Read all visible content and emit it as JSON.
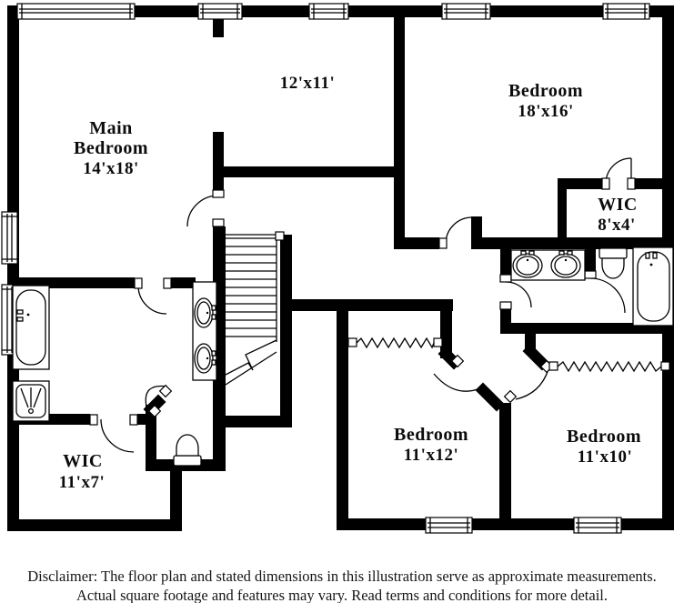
{
  "page": {
    "background": "#ffffff",
    "wall_color": "#000000"
  },
  "rooms": {
    "main_bedroom": {
      "line1": "Main",
      "line2": "Bedroom",
      "dims": "14'x18'"
    },
    "room_12x11": {
      "dims": "12'x11'"
    },
    "bedroom_18x16": {
      "name": "Bedroom",
      "dims": "18'x16'"
    },
    "wic_8x4": {
      "name": "WIC",
      "dims": "8'x4'"
    },
    "wic_11x7": {
      "name": "WIC",
      "dims": "11'x7'"
    },
    "bedroom_11x12": {
      "name": "Bedroom",
      "dims": "11'x12'"
    },
    "bedroom_11x10": {
      "name": "Bedroom",
      "dims": "11'x10'"
    }
  },
  "disclaimer": {
    "line1": "Disclaimer: The floor plan and stated dimensions in this illustration serve as approximate measurements.",
    "line2": "Actual square footage and features may vary. Read terms and conditions for more detail."
  }
}
